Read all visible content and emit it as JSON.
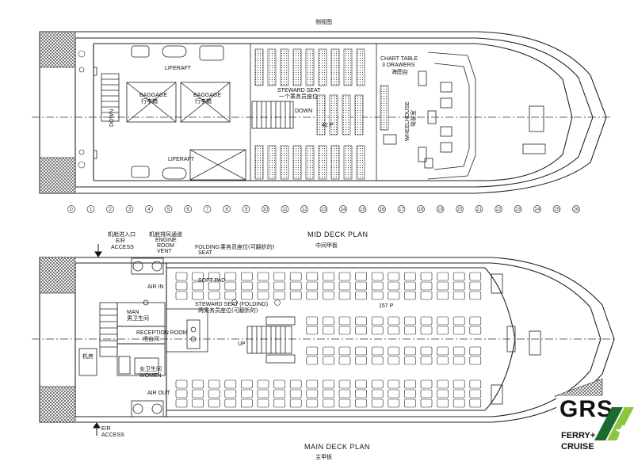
{
  "top_view_title": "侧视图",
  "mid_deck": {
    "title": "MID DECK PLAN",
    "title_cn": "中间甲板",
    "labels": {
      "liferaft_top": "LIFERAFT",
      "liferaft_bottom": "LIFERAFT",
      "baggage_1": "BAGGAGE",
      "baggage_1_cn": "行李箱",
      "baggage_2": "BAGGAGE",
      "baggage_2_cn": "行李箱",
      "steward_seat": "STEWARD SEAT",
      "steward_seat_cn": "一个乘务员座位",
      "down_1": "DOWN",
      "down_2": "DOWN",
      "passengers": "42 P",
      "chart_table": "CHART TABLE",
      "chart_table_sub": "3 DRAWERS",
      "chart_table_cn": "海图台",
      "wheelhouse": "WHEELHOUSE",
      "wheelhouse_cn": "驾驶室"
    }
  },
  "frames": [
    "0",
    "1",
    "2",
    "3",
    "4",
    "5",
    "6",
    "7",
    "8",
    "9",
    "10",
    "11",
    "12",
    "13",
    "14",
    "15",
    "16",
    "17",
    "18",
    "19",
    "20",
    "21",
    "22",
    "23",
    "24",
    "25",
    "26"
  ],
  "main_deck": {
    "title": "MAIN DECK PLAN",
    "title_cn": "主甲板",
    "labels": {
      "er_access_top_cn": "机舱进入口",
      "er_access_top_1": "E/R",
      "er_access_top_2": "ACCESS",
      "engine_vent_cn": "机舱排风通道",
      "engine_vent_1": "ENGINE",
      "engine_vent_2": "ROOM",
      "engine_vent_3": "VENT",
      "folding_seat_1": "FOLDING",
      "folding_seat_2": "SEAT",
      "folding_seat_cn": "乘务员座位(可翻折的)",
      "air_in": "AIR IN",
      "soft_pad": "SOFT PAD",
      "steward_seat_folding": "STEWARD SEAT (FOLDING)",
      "steward_seat_folding_cn": "两乘务员座位(可翻折的)",
      "passengers": "157 P",
      "man": "MAN",
      "man_cn": "男卫生间",
      "reception": "RECEPTION ROOM",
      "reception_cn": "吧台间",
      "women": "WOMEN",
      "women_cn": "女卫生间",
      "up": "UP",
      "air_out": "AIR OUT",
      "er_access_bottom_1": "E/R",
      "er_access_bottom_2": "ACCESS"
    }
  },
  "logo": {
    "brand": "GRS",
    "line1": "FERRY+",
    "line2": "CRUISE",
    "colors": {
      "text": "#111111",
      "stripe_dark": "#1a6b2e",
      "stripe_light": "#8cc63f"
    }
  }
}
